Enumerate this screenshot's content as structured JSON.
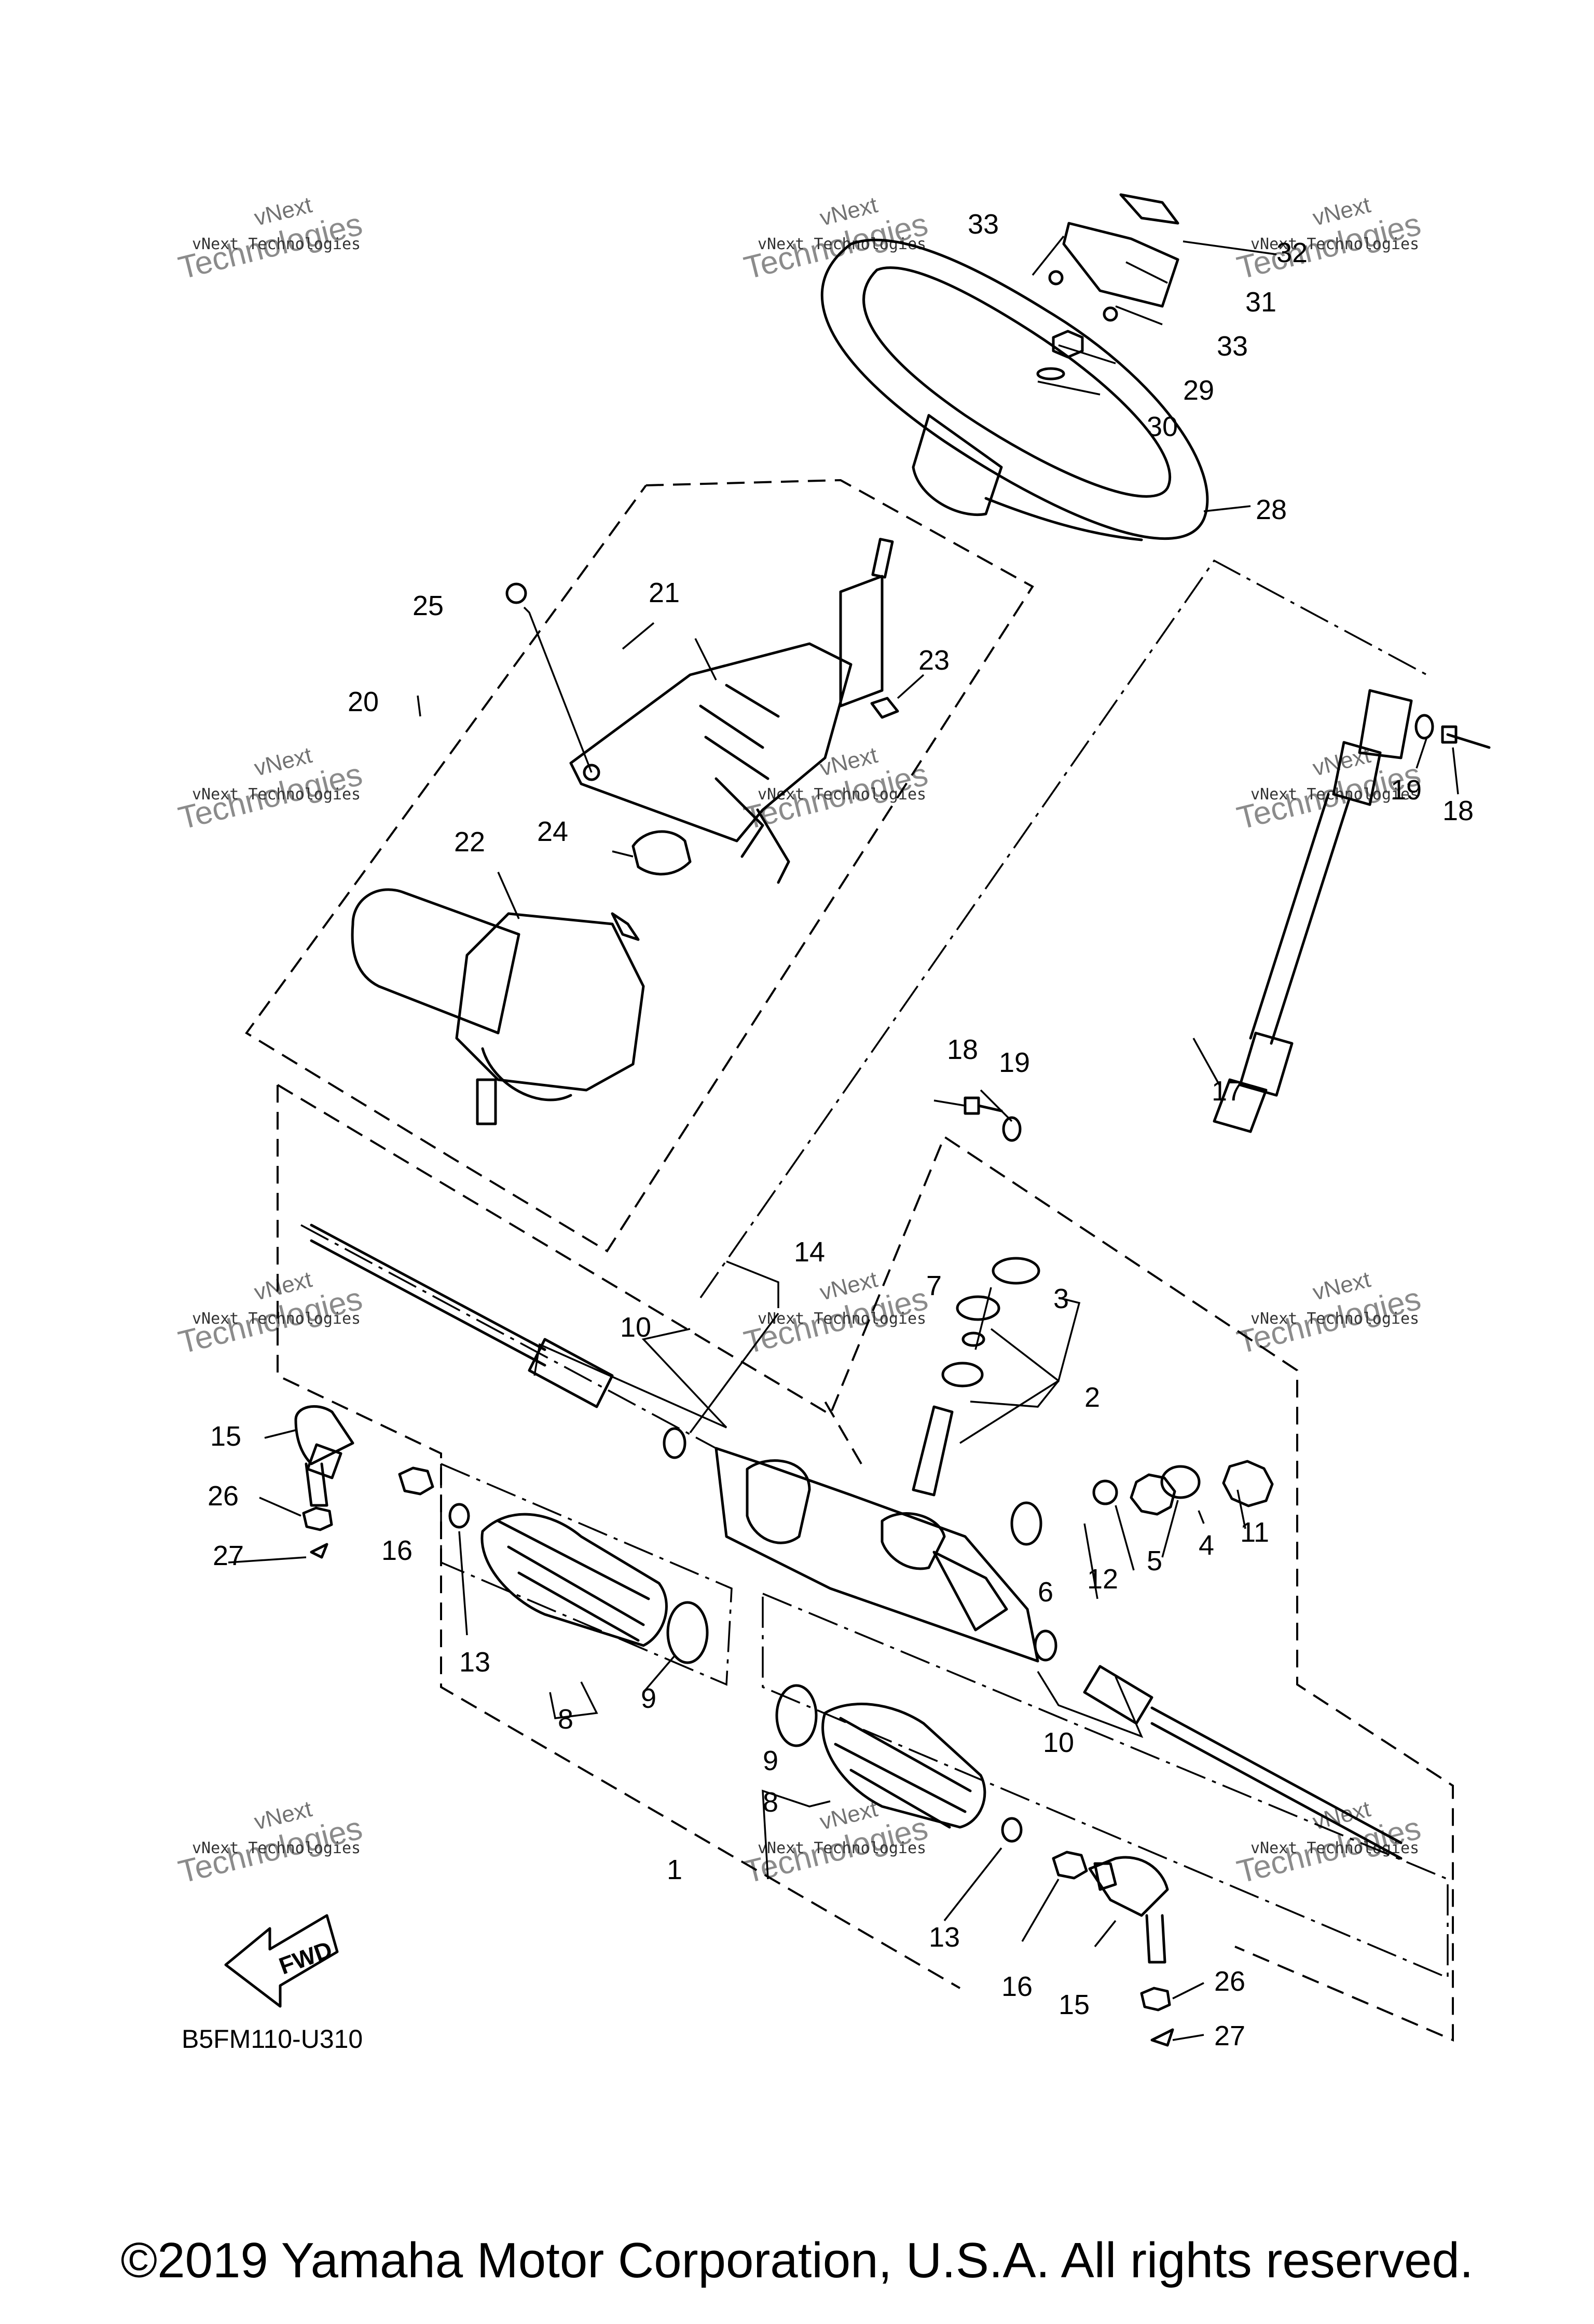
{
  "diagram": {
    "part_code": "B5FM110-U310",
    "fwd_label": "FWD",
    "watermark_line1": "vNext",
    "watermark_line2": "Technologies",
    "watermark_small": "vNext Technologies",
    "callouts": [
      "1",
      "2",
      "3",
      "4",
      "5",
      "6",
      "7",
      "8",
      "8",
      "9",
      "9",
      "10",
      "10",
      "11",
      "12",
      "13",
      "13",
      "14",
      "15",
      "15",
      "16",
      "16",
      "17",
      "18",
      "18",
      "19",
      "19",
      "20",
      "21",
      "22",
      "23",
      "24",
      "25",
      "26",
      "26",
      "27",
      "27",
      "28",
      "29",
      "30",
      "31",
      "32",
      "33",
      "33"
    ]
  },
  "footer": {
    "copyright": "©2019 Yamaha Motor Corporation, U.S.A. All rights reserved."
  }
}
